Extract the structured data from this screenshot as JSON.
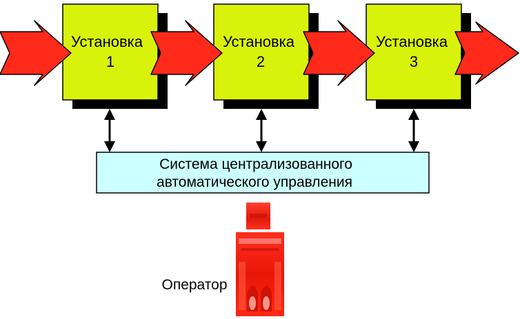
{
  "units": [
    {
      "name": "Установка",
      "number": "1"
    },
    {
      "name": "Установка",
      "number": "2"
    },
    {
      "name": "Установка",
      "number": "3"
    }
  ],
  "control_system": {
    "line1": "Система централизованного",
    "line2": "автоматического управления"
  },
  "operator": {
    "label": "Оператор"
  },
  "colors": {
    "unit_fill": "#d9f20b",
    "unit_shadow": "#000000",
    "flow_arrow": "#ff2a1a",
    "system_fill": "#ccffff",
    "operator_figure": "#ff2010"
  }
}
